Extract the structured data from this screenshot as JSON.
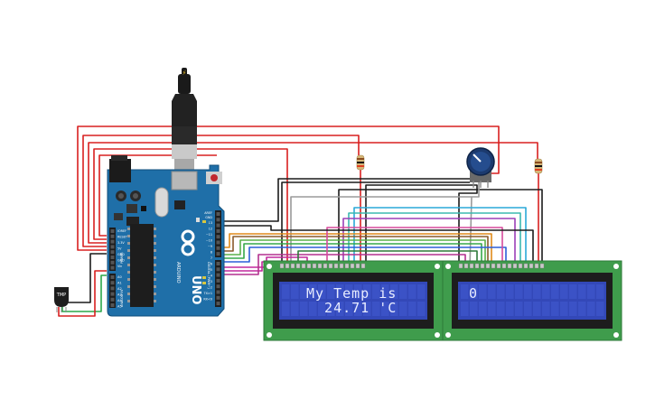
{
  "arduino": {
    "brand": "ARDUINO",
    "model": "UNO",
    "header_digital": "DIGITAL (PWM~)",
    "header_power": "POWER",
    "header_analog": "ANALOG IN",
    "aref": "AREF",
    "gnd": "GND",
    "pins_digital": [
      "13",
      "12",
      "~11",
      "~10",
      "~9",
      "8",
      "7",
      "~6",
      "~5",
      "4",
      "~3",
      "2",
      "TX>1",
      "RX<0"
    ],
    "pins_power": [
      "IOREF",
      "RESET",
      "3.3V",
      "5V",
      "GND",
      "GND",
      "Vin"
    ],
    "pins_analog": [
      "A0",
      "A1",
      "A2",
      "A3",
      "A4",
      "A5"
    ]
  },
  "sensor": {
    "label": "TMP"
  },
  "lcd1": {
    "line1": "My Temp is",
    "line2": "  24.71 'C"
  },
  "lcd2": {
    "line1": "0",
    "line2": ""
  },
  "colors": {
    "board": "#1f6fa8",
    "lcd_pcb": "#3f9c4c",
    "lcd_screen": "#3348b8",
    "wire_red": "#d82020",
    "wire_black": "#1c1c1c"
  }
}
